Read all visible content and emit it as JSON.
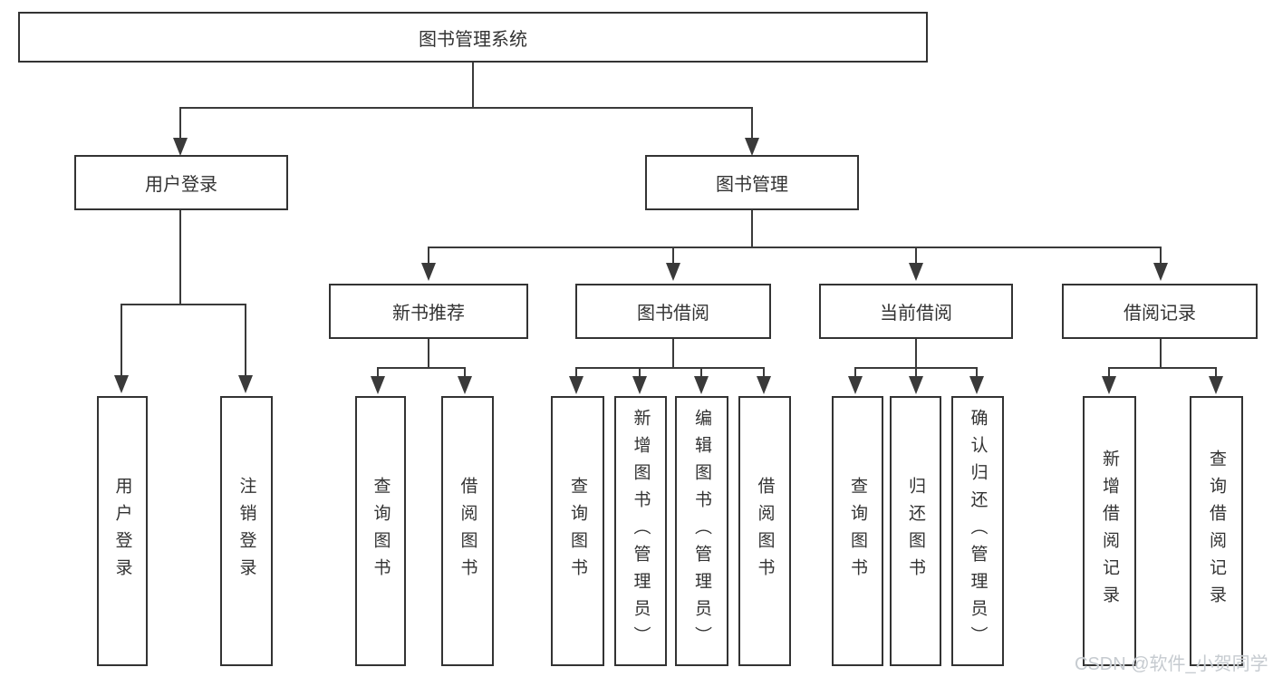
{
  "diagram": {
    "title": "图书管理系统",
    "root": {
      "label": "图书管理系统"
    },
    "branches": [
      {
        "label": "用户登录",
        "children": [
          {
            "label": "用户登录"
          },
          {
            "label": "注销登录"
          }
        ]
      },
      {
        "label": "图书管理",
        "children": [
          {
            "label": "新书推荐",
            "children": [
              {
                "label": "查询图书"
              },
              {
                "label": "借阅图书"
              }
            ]
          },
          {
            "label": "图书借阅",
            "children": [
              {
                "label": "查询图书"
              },
              {
                "label": "新增图书（管理员）"
              },
              {
                "label": "编辑图书（管理员）"
              },
              {
                "label": "借阅图书"
              }
            ]
          },
          {
            "label": "当前借阅",
            "children": [
              {
                "label": "查询图书"
              },
              {
                "label": "归还图书"
              },
              {
                "label": "确认归还（管理员）"
              }
            ]
          },
          {
            "label": "借阅记录",
            "children": [
              {
                "label": "新增借阅记录"
              },
              {
                "label": "查询借阅记录"
              }
            ]
          }
        ]
      }
    ]
  },
  "watermark": {
    "text": "CSDN @软件_小贺同学"
  },
  "colors": {
    "line": "#3a3a3a",
    "border": "#333333",
    "text": "#333333",
    "background": "#ffffff",
    "watermark": "#c6cbd0"
  }
}
